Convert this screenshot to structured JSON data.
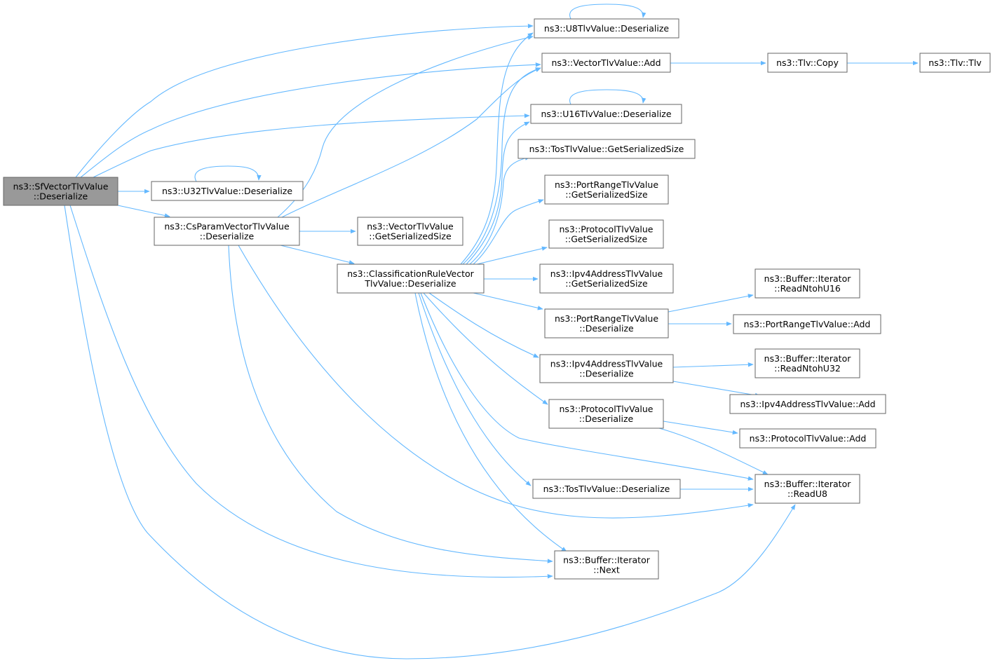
{
  "colors": {
    "edge": "#63b8ff",
    "node_border": "#666666",
    "root_fill": "#999999",
    "node_fill": "#ffffff"
  },
  "nodes": {
    "sfvector": {
      "lines": [
        "ns3::SfVectorTlvValue",
        "::Deserialize"
      ],
      "root": true
    },
    "u32": {
      "lines": [
        "ns3::U32TlvValue::Deserialize"
      ]
    },
    "csparam": {
      "lines": [
        "ns3::CsParamVectorTlvValue",
        "::Deserialize"
      ]
    },
    "vecgetsize": {
      "lines": [
        "ns3::VectorTlvValue",
        "::GetSerializedSize"
      ]
    },
    "classrule": {
      "lines": [
        "ns3::ClassificationRuleVector",
        "TlvValue::Deserialize"
      ]
    },
    "u8": {
      "lines": [
        "ns3::U8TlvValue::Deserialize"
      ]
    },
    "vecadd": {
      "lines": [
        "ns3::VectorTlvValue::Add"
      ]
    },
    "tlvcopy": {
      "lines": [
        "ns3::Tlv::Copy"
      ]
    },
    "tlvtlv": {
      "lines": [
        "ns3::Tlv::Tlv"
      ]
    },
    "u16": {
      "lines": [
        "ns3::U16TlvValue::Deserialize"
      ]
    },
    "tosgetsize": {
      "lines": [
        "ns3::TosTlvValue::GetSerializedSize"
      ]
    },
    "portgetsize": {
      "lines": [
        "ns3::PortRangeTlvValue",
        "::GetSerializedSize"
      ]
    },
    "protogetsize": {
      "lines": [
        "ns3::ProtocolTlvValue",
        "::GetSerializedSize"
      ]
    },
    "ipv4getsize": {
      "lines": [
        "ns3::Ipv4AddressTlvValue",
        "::GetSerializedSize"
      ]
    },
    "portdeser": {
      "lines": [
        "ns3::PortRangeTlvValue",
        "::Deserialize"
      ]
    },
    "ipv4deser": {
      "lines": [
        "ns3::Ipv4AddressTlvValue",
        "::Deserialize"
      ]
    },
    "protodeser": {
      "lines": [
        "ns3::ProtocolTlvValue",
        "::Deserialize"
      ]
    },
    "tosdeser": {
      "lines": [
        "ns3::TosTlvValue::Deserialize"
      ]
    },
    "next": {
      "lines": [
        "ns3::Buffer::Iterator",
        "::Next"
      ]
    },
    "readu16": {
      "lines": [
        "ns3::Buffer::Iterator",
        "::ReadNtohU16"
      ]
    },
    "portadd": {
      "lines": [
        "ns3::PortRangeTlvValue::Add"
      ]
    },
    "readu32": {
      "lines": [
        "ns3::Buffer::Iterator",
        "::ReadNtohU32"
      ]
    },
    "ipv4add": {
      "lines": [
        "ns3::Ipv4AddressTlvValue::Add"
      ]
    },
    "protoadd": {
      "lines": [
        "ns3::ProtocolTlvValue::Add"
      ]
    },
    "readu8": {
      "lines": [
        "ns3::Buffer::Iterator",
        "::ReadU8"
      ]
    }
  },
  "edges": [
    [
      "sfvector",
      "u8"
    ],
    [
      "sfvector",
      "vecadd"
    ],
    [
      "sfvector",
      "u16"
    ],
    [
      "sfvector",
      "u32"
    ],
    [
      "sfvector",
      "csparam"
    ],
    [
      "sfvector",
      "next"
    ],
    [
      "sfvector",
      "readu8"
    ],
    [
      "u32",
      "u32"
    ],
    [
      "u8",
      "u8"
    ],
    [
      "u16",
      "u16"
    ],
    [
      "csparam",
      "u8"
    ],
    [
      "csparam",
      "vecadd"
    ],
    [
      "csparam",
      "vecgetsize"
    ],
    [
      "csparam",
      "classrule"
    ],
    [
      "csparam",
      "next"
    ],
    [
      "csparam",
      "readu8"
    ],
    [
      "vecadd",
      "tlvcopy"
    ],
    [
      "tlvcopy",
      "tlvtlv"
    ],
    [
      "classrule",
      "u8"
    ],
    [
      "classrule",
      "vecadd"
    ],
    [
      "classrule",
      "u16"
    ],
    [
      "classrule",
      "tosgetsize"
    ],
    [
      "classrule",
      "portgetsize"
    ],
    [
      "classrule",
      "protogetsize"
    ],
    [
      "classrule",
      "ipv4getsize"
    ],
    [
      "classrule",
      "portdeser"
    ],
    [
      "classrule",
      "ipv4deser"
    ],
    [
      "classrule",
      "protodeser"
    ],
    [
      "classrule",
      "tosdeser"
    ],
    [
      "classrule",
      "next"
    ],
    [
      "classrule",
      "readu8"
    ],
    [
      "portdeser",
      "readu16"
    ],
    [
      "portdeser",
      "portadd"
    ],
    [
      "ipv4deser",
      "readu32"
    ],
    [
      "ipv4deser",
      "ipv4add"
    ],
    [
      "protodeser",
      "protoadd"
    ],
    [
      "protodeser",
      "readu8"
    ],
    [
      "tosdeser",
      "readu8"
    ]
  ]
}
